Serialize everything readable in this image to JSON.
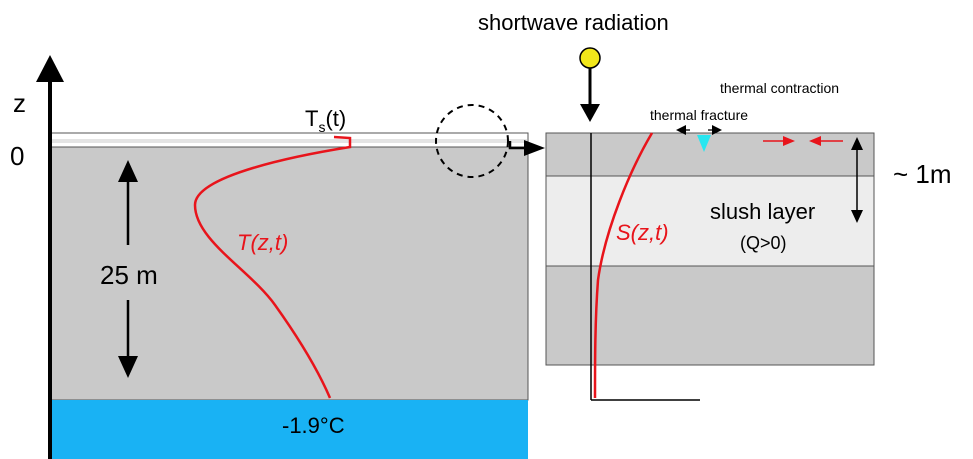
{
  "labels": {
    "z_axis": "z",
    "zero": "0",
    "surface_temp_main": "T",
    "surface_temp_sub": "s",
    "surface_temp_arg": "(t)",
    "depth": "25 m",
    "temperature_profile": "T(z,t)",
    "bottom_temp": "-1.9°C",
    "shortwave": "shortwave radiation",
    "thermal_fracture": "thermal fracture",
    "thermal_contraction": "thermal contraction",
    "one_meter": "~ 1m",
    "slush_layer": "slush layer",
    "slush_condition": "(Q>0)",
    "salinity_profile": "S(z,t)"
  },
  "colors": {
    "ice": "#c9c9c9",
    "slush": "#ededed",
    "ocean": "#19b2f4",
    "profile": "#e8141b",
    "sun": "#f2e71a",
    "fracture": "#29e6f0"
  }
}
